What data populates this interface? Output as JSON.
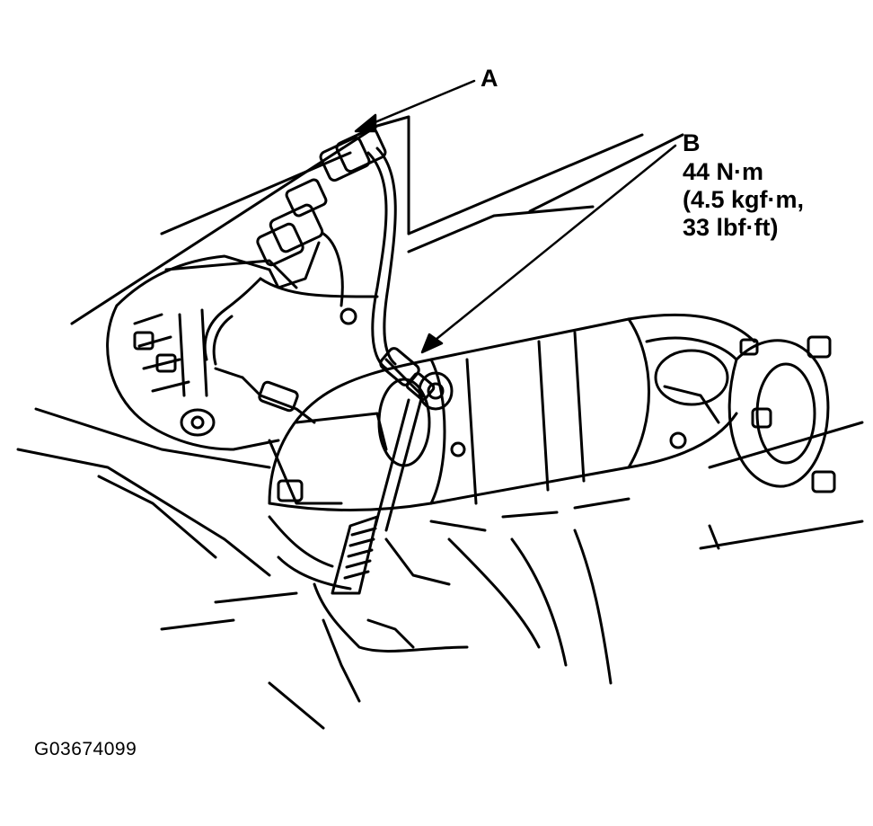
{
  "callouts": {
    "a": {
      "letter": "A"
    },
    "b": {
      "letter": "B",
      "torque_lines": [
        "44 N·m",
        "(4.5 kgf·m,",
        "33 lbf·ft)"
      ]
    }
  },
  "figure_id": "G03674099",
  "colors": {
    "ink": "#000000",
    "paper": "#ffffff"
  },
  "parts": [
    "upper-connector-a",
    "lower-connectors",
    "oxygen-sensor-b",
    "catalytic-converter",
    "exhaust-flange",
    "heat-shield",
    "wiring-harness"
  ]
}
